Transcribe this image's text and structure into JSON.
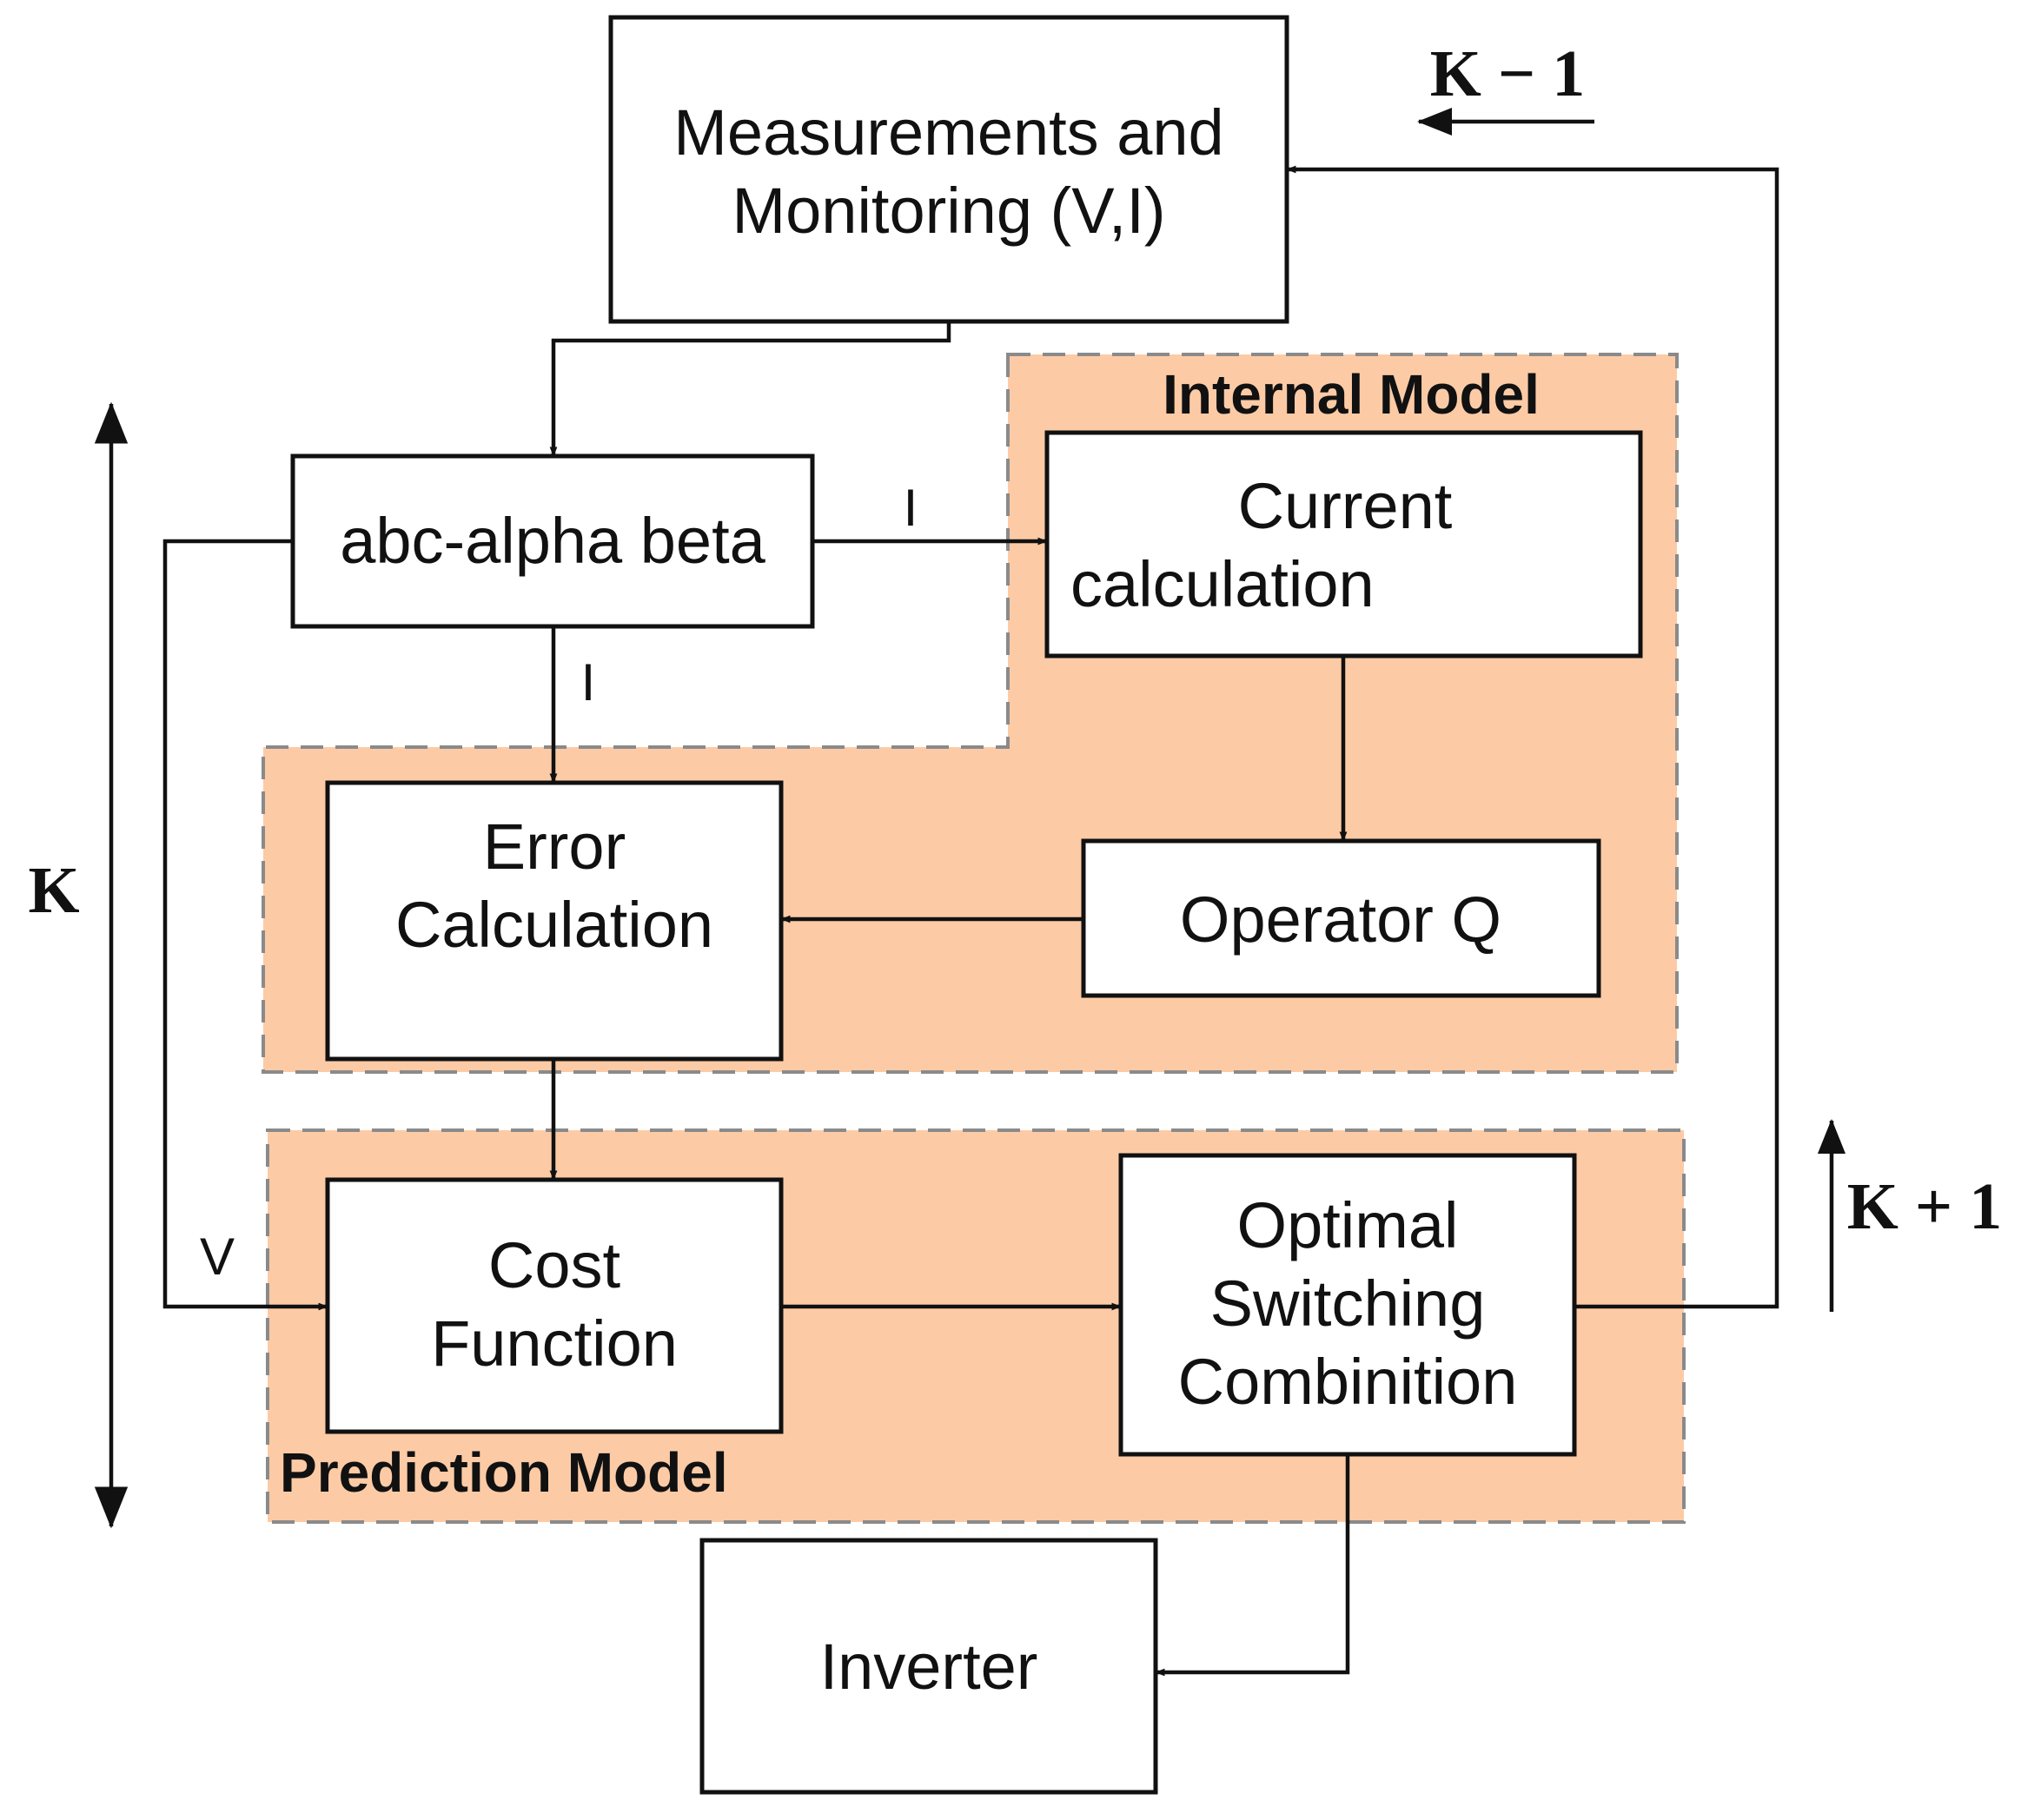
{
  "colors": {
    "region_fill": "#fccba6",
    "region_border": "#8a8a8a",
    "line": "#111111",
    "box_fill": "#ffffff"
  },
  "regions": {
    "internal_model": "Internal Model",
    "prediction_model": "Prediction Model"
  },
  "blocks": {
    "measurements": [
      "Measurements and",
      "Monitoring (V,I)"
    ],
    "abc_alpha_beta": "abc-alpha beta",
    "current_calc": [
      "Current",
      "calculation"
    ],
    "error_calc": [
      "Error",
      "Calculation"
    ],
    "operator_q": "Operator Q",
    "cost_function": [
      "Cost",
      "Function"
    ],
    "optimal_switching": [
      "Optimal",
      "Switching",
      "Combinition"
    ],
    "inverter": "Inverter"
  },
  "signal_labels": {
    "current_to_internal": "I",
    "current_to_error": "I",
    "voltage": "V"
  },
  "time_labels": {
    "k_minus_1": "K − 1",
    "k": "K",
    "k_plus_1": "K + 1"
  }
}
